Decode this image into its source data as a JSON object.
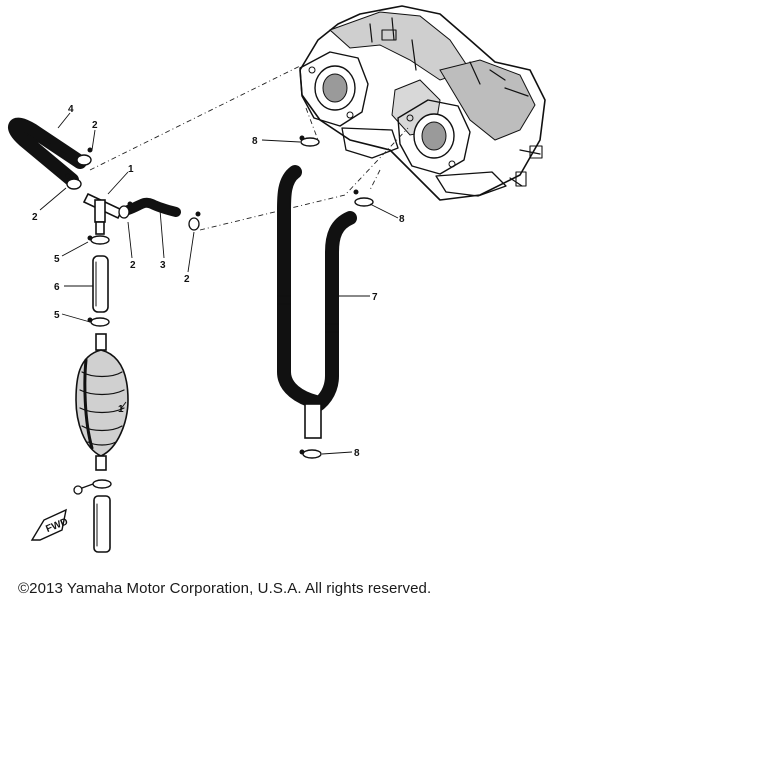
{
  "diagram": {
    "callouts": {
      "part1": "1",
      "part2": "2",
      "part3": "3",
      "part4": "4",
      "part5": "5",
      "part6": "6",
      "part7": "7",
      "part8": "8"
    },
    "direction_marker": "FWD"
  },
  "footer": {
    "copyright": "©2013 Yamaha Motor Corporation, U.S.A. All rights reserved."
  }
}
